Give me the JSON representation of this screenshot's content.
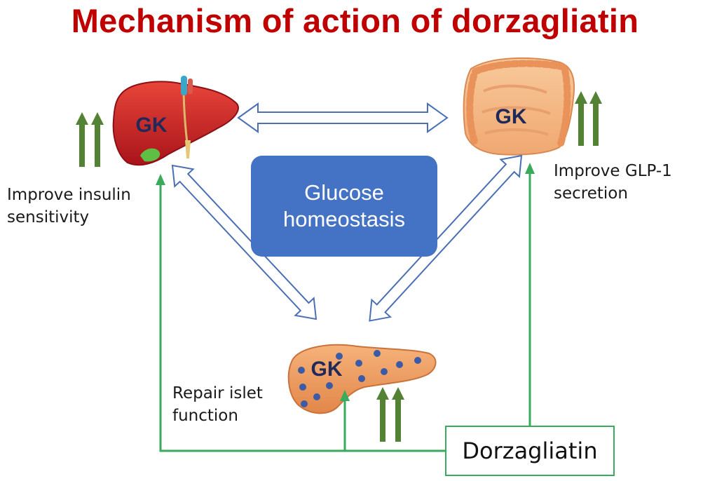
{
  "title": "Mechanism of action of dorzagliatin",
  "center": {
    "line1": "Glucose",
    "line2": "homeostasis"
  },
  "organs": {
    "liver": {
      "label": "GK"
    },
    "intestine": {
      "label": "GK"
    },
    "pancreas": {
      "label": "GK"
    }
  },
  "effects": {
    "liver": {
      "line1": "Improve insulin",
      "line2": "sensitivity"
    },
    "intestine": {
      "line1": "Improve GLP-1",
      "line2": "secretion"
    },
    "pancreas": {
      "line1": "Repair islet",
      "line2": "function"
    }
  },
  "drug": {
    "label": "Dorzagliatin"
  },
  "colors": {
    "title": "#c00000",
    "center_box": "#4472c4",
    "up_arrows": "#548235",
    "drug_lines": "#3aaa5c",
    "double_arrows": "#4a6fb5",
    "gk_text": "#1f2a5a"
  }
}
